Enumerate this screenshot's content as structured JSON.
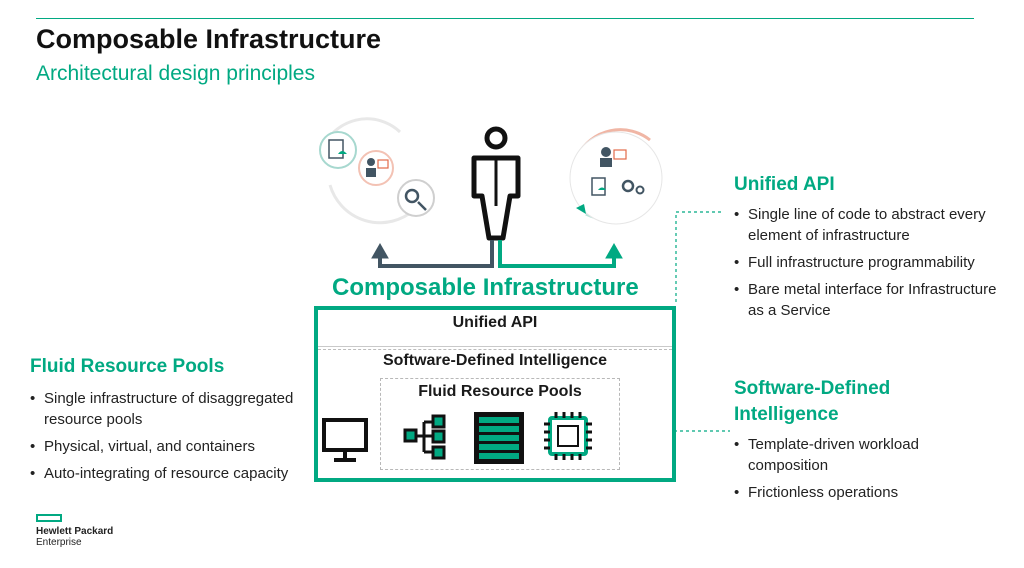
{
  "slide": {
    "title": "Composable Infrastructure",
    "subtitle": "Architectural design principles"
  },
  "diagram": {
    "center_label": "Composable Infrastructure",
    "layers": {
      "api": "Unified API",
      "sdi": "Software-Defined Intelligence",
      "pools": "Fluid Resource Pools"
    },
    "icons": [
      "user-icon",
      "monitor-icon",
      "network-icon",
      "storage-icon",
      "chip-icon",
      "workflow-icon"
    ]
  },
  "unified_api": {
    "title": "Unified API",
    "bullets": [
      "Single line of code to abstract every element of infrastructure",
      "Full infrastructure programmability",
      "Bare metal interface for Infrastructure as a Service"
    ]
  },
  "fluid_pools": {
    "title": "Fluid Resource Pools",
    "bullets": [
      "Single infrastructure of disaggregated resource pools",
      "Physical, virtual, and containers",
      "Auto-integrating of resource capacity"
    ]
  },
  "sdi": {
    "title": "Software-Defined Intelligence",
    "bullets": [
      "Template-driven workload composition",
      "Frictionless operations"
    ]
  },
  "logo": {
    "line1": "Hewlett Packard",
    "line2": "Enterprise"
  },
  "colors": {
    "accent": "#01a982",
    "dark": "#425563"
  }
}
